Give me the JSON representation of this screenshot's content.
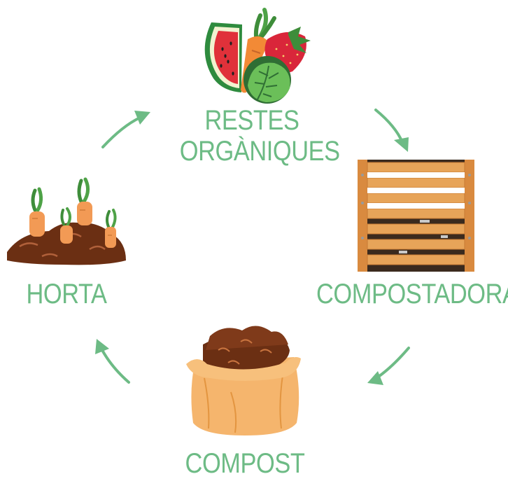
{
  "diagram": {
    "nodes": [
      {
        "id": "restes",
        "lines": [
          "RESTES",
          "ORGÀNIQUES"
        ]
      },
      {
        "id": "compostadora",
        "lines": [
          "COMPOSTADORA"
        ]
      },
      {
        "id": "compost",
        "lines": [
          "COMPOST"
        ]
      },
      {
        "id": "horta",
        "lines": [
          "HORTA"
        ]
      }
    ]
  },
  "colors": {
    "label": "#6dbb85",
    "arrow": "#6dbb85",
    "wood": "#e39a4e",
    "soil": "#7a3b1e",
    "carrot": "#f29a55",
    "sack": "#f5b56d"
  },
  "icons": [
    "fruits-vegetables-icon",
    "compost-bin-icon",
    "compost-sack-icon",
    "garden-carrots-icon"
  ]
}
